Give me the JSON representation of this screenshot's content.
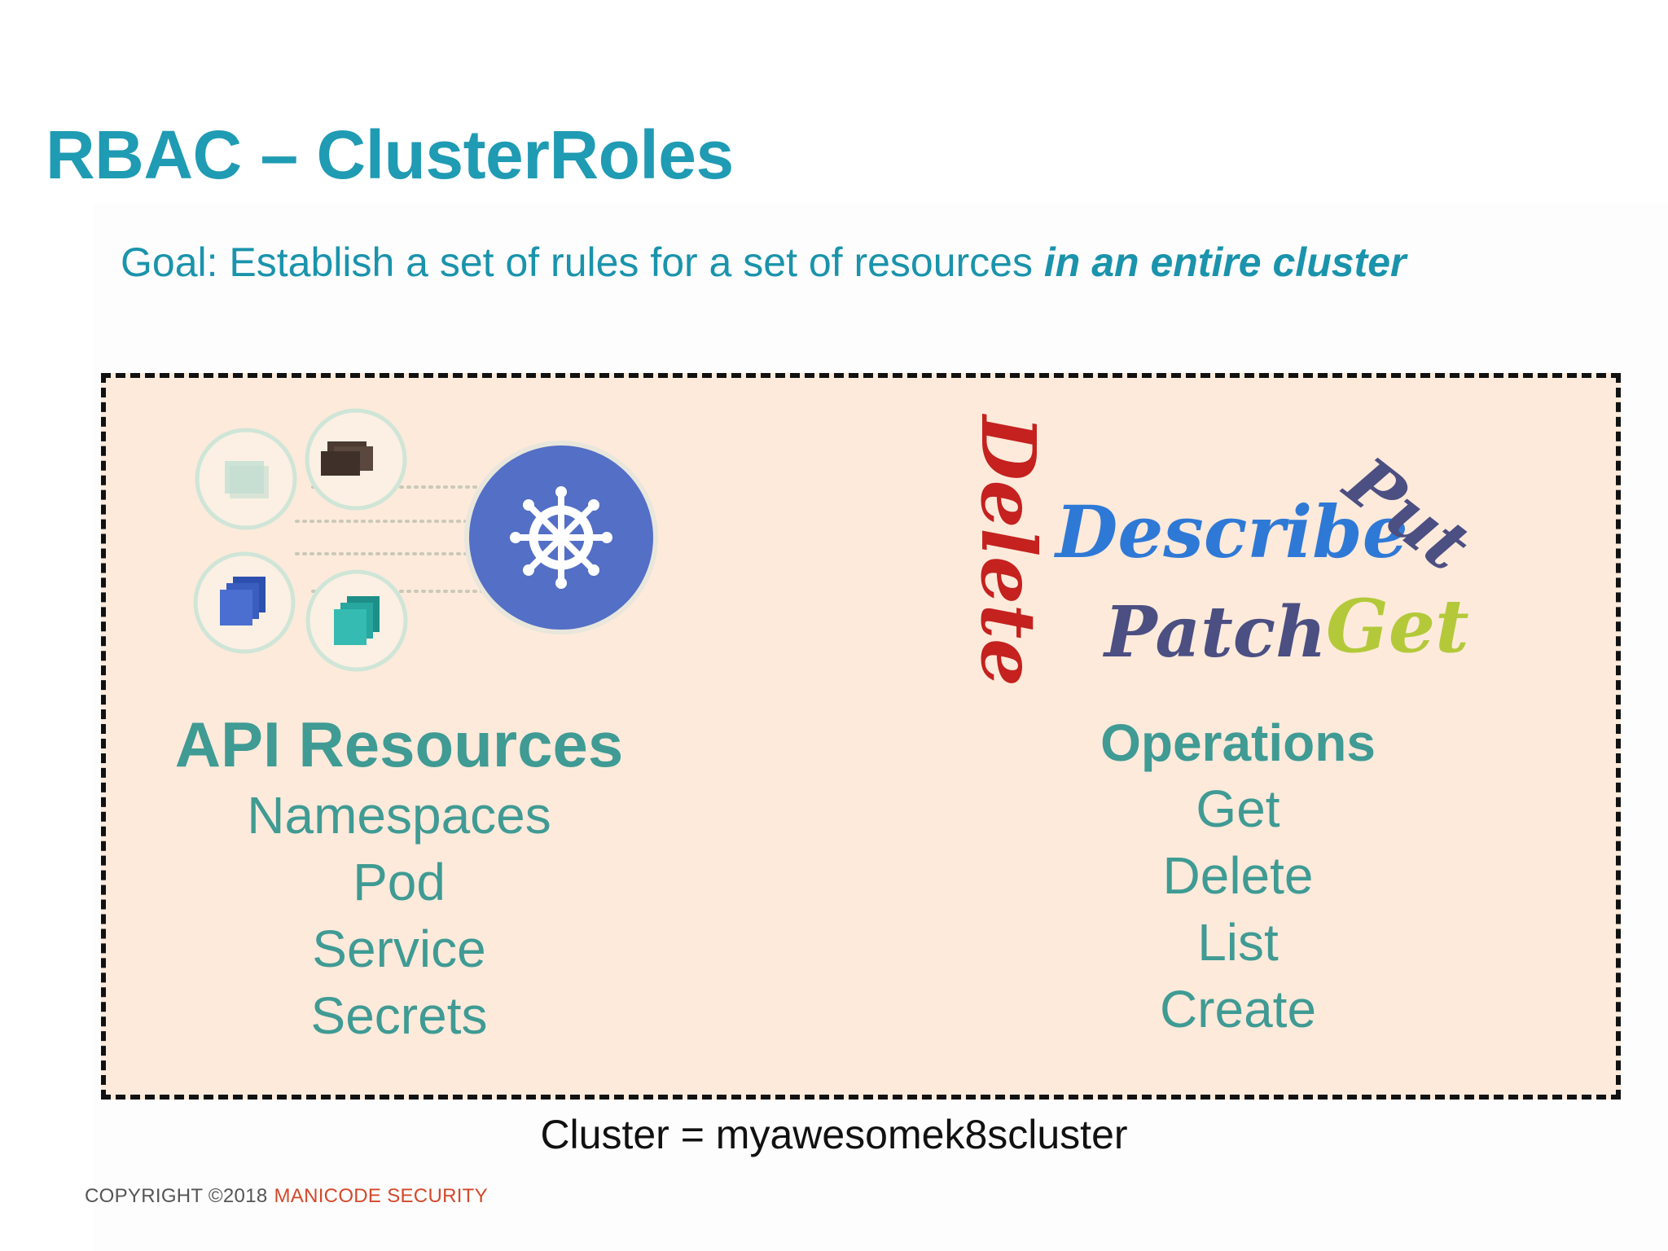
{
  "slide": {
    "title": "RBAC – ClusterRoles",
    "goal_prefix": "Goal: Establish a set of rules for a set of resources ",
    "goal_emphasis": "in an entire cluster"
  },
  "resources": {
    "heading": "API Resources",
    "items": [
      "Namespaces",
      "Pod",
      "Service",
      "Secrets"
    ]
  },
  "operations": {
    "heading": "Operations",
    "items": [
      "Get",
      "Delete",
      "List",
      "Create"
    ],
    "graphic_words": [
      "Delete",
      "Describe",
      "Put",
      "Patch",
      "Get"
    ]
  },
  "cluster_label": "Cluster = myawesomek8scluster",
  "footer": {
    "copyright": "COPYRIGHT ©2018",
    "brand": "MANICODE SECURITY"
  },
  "colors": {
    "title": "#1f9bb3",
    "accent_text": "#3f9b94",
    "box_fill": "#fdeadb",
    "k8s_blue": "#536fc6",
    "brand_red": "#d4482a"
  },
  "icons": [
    "kubernetes-helm-icon",
    "resource-stack-icon"
  ]
}
